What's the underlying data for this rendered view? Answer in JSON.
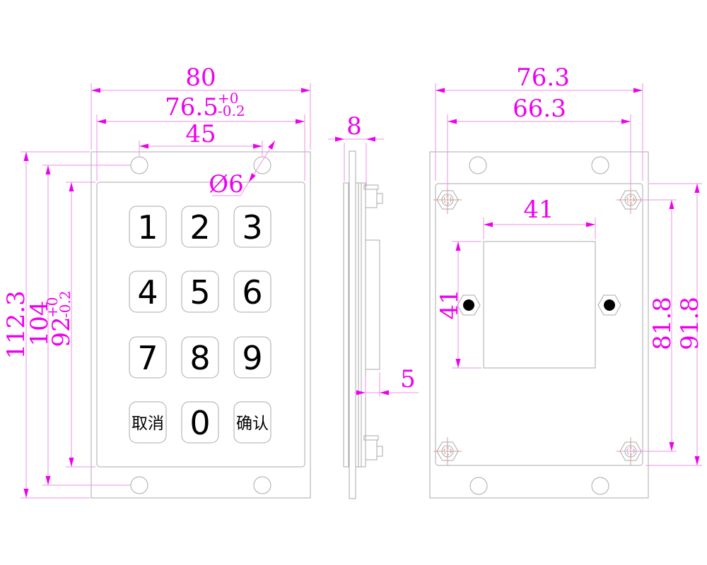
{
  "meta": {
    "type": "engineering-dimension-drawing",
    "subject": "4x3 industrial metal keypad, three orthographic views",
    "units": "mm"
  },
  "colors": {
    "dimension_text": "#ee00ee",
    "dimension_line": "#ef8fe9",
    "geometry_line": "#a9a9a9",
    "crosshair": "#e49494",
    "key_text": "#000000",
    "background": "#ffffff"
  },
  "front_view": {
    "dimensions": {
      "overall_width": "80",
      "panel_width": {
        "value": "76.5",
        "tolerance_upper": "+0",
        "tolerance_lower": "-0.2"
      },
      "hole_spacing_horizontal": "45",
      "hole_diameter": "Ø6",
      "overall_height": "112.3",
      "hole_spacing_vertical": "104",
      "panel_height": {
        "value": "92",
        "tolerance_upper": "+0",
        "tolerance_lower": "-0.2"
      }
    },
    "keys": [
      "1",
      "2",
      "3",
      "4",
      "5",
      "6",
      "7",
      "8",
      "9",
      "取消",
      "0",
      "确认"
    ]
  },
  "side_view": {
    "dimensions": {
      "panel_thickness": "8",
      "rear_boss_depth": "5"
    }
  },
  "rear_view": {
    "dimensions": {
      "back_box_width": "76.3",
      "stud_spacing_horizontal": "66.3",
      "cutout_width": "41",
      "cutout_height": "41",
      "stud_spacing_vertical": "81.8",
      "back_box_height": "91.8"
    }
  }
}
